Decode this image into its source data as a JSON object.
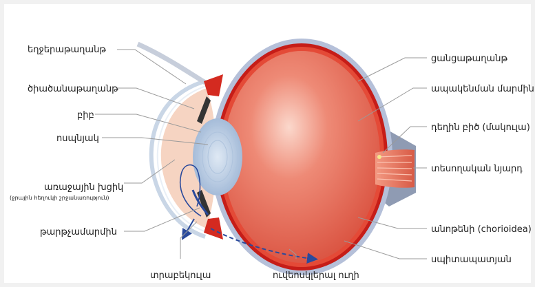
{
  "labels": {
    "left": {
      "eyelid": "եղջերաթաղանթ",
      "conjunctiva": "ծիածանաթաղանթ",
      "pupil": "բիբ",
      "lens": "ոսպնյակ",
      "anterior_chamber": "առաջային խցիկ",
      "anterior_chamber_note": "(ջրային հեղուկի շրջանառություն)",
      "ciliary_body": "թարթչամարմին"
    },
    "right": {
      "retina": "ցանցաթաղանթ",
      "vitreous": "ապակենման մարմին",
      "macula": "դեղին բիծ (մակուլա)",
      "optic_nerve": "տեսողական նյարդ",
      "choroid": "անոթենի (chorioidea)",
      "sclera": "սպիտապատյան"
    },
    "bottom": {
      "trabecula": "տրաբեկուլա",
      "uveoscleral": "ուվեոսկլերալ ուղի"
    }
  },
  "colors": {
    "background": "#f1f1f1",
    "sclera": "#b5c0d9",
    "choroid": "#d2231c",
    "vitreous": "#e8705f",
    "optic_nerve": "#e36752",
    "cornea": "#dde6f0",
    "lens": "#bcd0e6",
    "anterior_chamber": "#f6d4c2",
    "flow_arrow": "#2a4a9c"
  }
}
